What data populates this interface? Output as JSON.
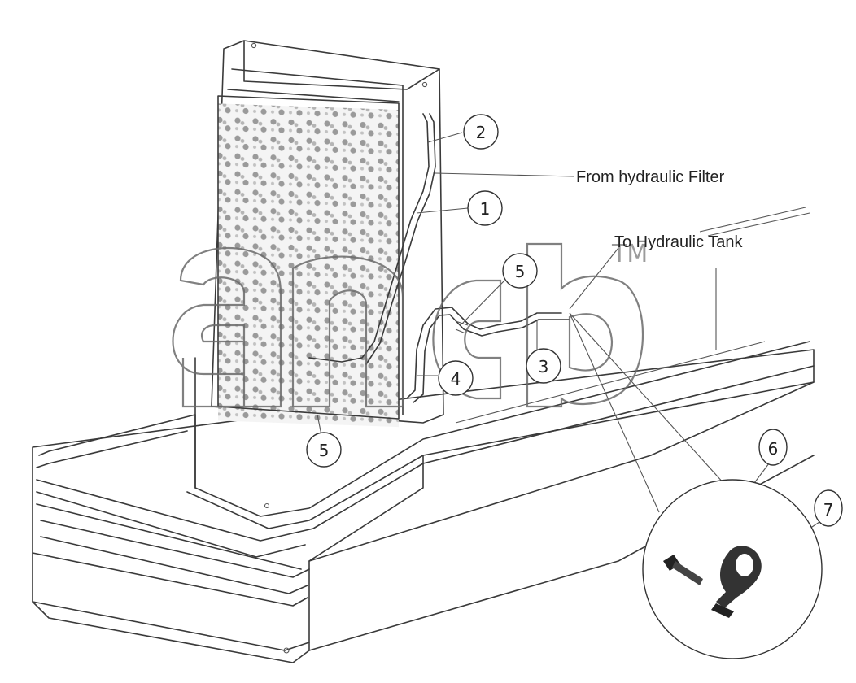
{
  "labels": {
    "from_filter": "From hydraulic Filter",
    "to_tank": "To Hydraulic Tank"
  },
  "callouts": [
    {
      "key": "c1",
      "text": "1"
    },
    {
      "key": "c2",
      "text": "2"
    },
    {
      "key": "c3",
      "text": "3"
    },
    {
      "key": "c4",
      "text": "4"
    },
    {
      "key": "c5a",
      "text": "5"
    },
    {
      "key": "c5b",
      "text": "5"
    },
    {
      "key": "c6",
      "text": "6"
    },
    {
      "key": "c7",
      "text": "7"
    }
  ],
  "watermark": {
    "brand": "ancb",
    "trademark": "TM"
  }
}
